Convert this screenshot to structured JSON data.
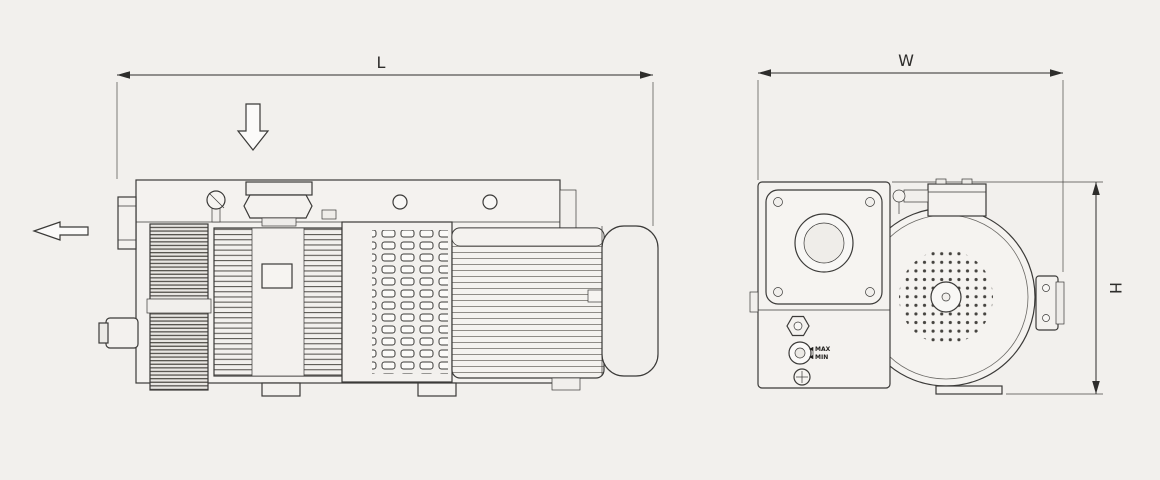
{
  "diagram": {
    "dimensions": {
      "length_label": "L",
      "width_label": "W",
      "height_label": "H"
    },
    "oil_gauge": {
      "max_label": "MAX",
      "min_label": "MIN"
    },
    "colors": {
      "background": "#f2f0ed",
      "line": "#3b3a38",
      "fill_light": "#f6f4f1",
      "fill_mid": "#f1efec"
    }
  }
}
